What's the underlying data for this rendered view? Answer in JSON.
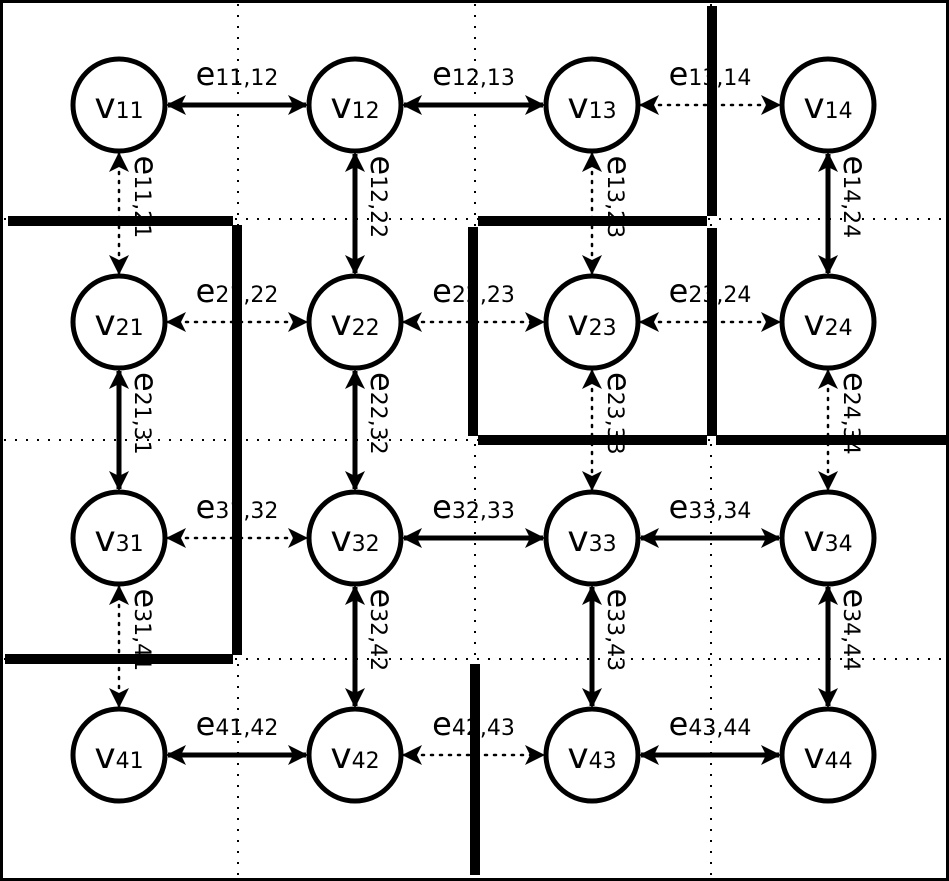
{
  "colors": {
    "ink": "#000000",
    "paper": "#ffffff"
  },
  "nodes": [
    {
      "id": "v11",
      "base": "v",
      "sub": "11"
    },
    {
      "id": "v12",
      "base": "v",
      "sub": "12"
    },
    {
      "id": "v13",
      "base": "v",
      "sub": "13"
    },
    {
      "id": "v14",
      "base": "v",
      "sub": "14"
    },
    {
      "id": "v21",
      "base": "v",
      "sub": "21"
    },
    {
      "id": "v22",
      "base": "v",
      "sub": "22"
    },
    {
      "id": "v23",
      "base": "v",
      "sub": "23"
    },
    {
      "id": "v24",
      "base": "v",
      "sub": "24"
    },
    {
      "id": "v31",
      "base": "v",
      "sub": "31"
    },
    {
      "id": "v32",
      "base": "v",
      "sub": "32"
    },
    {
      "id": "v33",
      "base": "v",
      "sub": "33"
    },
    {
      "id": "v34",
      "base": "v",
      "sub": "34"
    },
    {
      "id": "v41",
      "base": "v",
      "sub": "41"
    },
    {
      "id": "v42",
      "base": "v",
      "sub": "42"
    },
    {
      "id": "v43",
      "base": "v",
      "sub": "43"
    },
    {
      "id": "v44",
      "base": "v",
      "sub": "44"
    }
  ],
  "edges": [
    {
      "from": "v11",
      "to": "v12",
      "base": "e",
      "sub": "11,12",
      "style": "solid"
    },
    {
      "from": "v12",
      "to": "v13",
      "base": "e",
      "sub": "12,13",
      "style": "solid"
    },
    {
      "from": "v13",
      "to": "v14",
      "base": "e",
      "sub": "13,14",
      "style": "dotted"
    },
    {
      "from": "v21",
      "to": "v22",
      "base": "e",
      "sub": "21,22",
      "style": "dotted"
    },
    {
      "from": "v22",
      "to": "v23",
      "base": "e",
      "sub": "22,23",
      "style": "dotted"
    },
    {
      "from": "v23",
      "to": "v24",
      "base": "e",
      "sub": "23,24",
      "style": "dotted"
    },
    {
      "from": "v31",
      "to": "v32",
      "base": "e",
      "sub": "31,32",
      "style": "dotted"
    },
    {
      "from": "v32",
      "to": "v33",
      "base": "e",
      "sub": "32,33",
      "style": "solid"
    },
    {
      "from": "v33",
      "to": "v34",
      "base": "e",
      "sub": "33,34",
      "style": "solid"
    },
    {
      "from": "v41",
      "to": "v42",
      "base": "e",
      "sub": "41,42",
      "style": "solid"
    },
    {
      "from": "v42",
      "to": "v43",
      "base": "e",
      "sub": "42,43",
      "style": "dotted"
    },
    {
      "from": "v43",
      "to": "v44",
      "base": "e",
      "sub": "43,44",
      "style": "solid"
    },
    {
      "from": "v11",
      "to": "v21",
      "base": "e",
      "sub": "11,21",
      "style": "dotted"
    },
    {
      "from": "v12",
      "to": "v22",
      "base": "e",
      "sub": "12,22",
      "style": "solid"
    },
    {
      "from": "v13",
      "to": "v23",
      "base": "e",
      "sub": "13,23",
      "style": "dotted"
    },
    {
      "from": "v14",
      "to": "v24",
      "base": "e",
      "sub": "14,24",
      "style": "solid"
    },
    {
      "from": "v21",
      "to": "v31",
      "base": "e",
      "sub": "21,31",
      "style": "solid"
    },
    {
      "from": "v22",
      "to": "v32",
      "base": "e",
      "sub": "22,32",
      "style": "solid"
    },
    {
      "from": "v23",
      "to": "v33",
      "base": "e",
      "sub": "23,33",
      "style": "dotted"
    },
    {
      "from": "v24",
      "to": "v34",
      "base": "e",
      "sub": "24,34",
      "style": "dotted"
    },
    {
      "from": "v31",
      "to": "v41",
      "base": "e",
      "sub": "31,41",
      "style": "dotted"
    },
    {
      "from": "v32",
      "to": "v42",
      "base": "e",
      "sub": "32,42",
      "style": "solid"
    },
    {
      "from": "v33",
      "to": "v43",
      "base": "e",
      "sub": "33,43",
      "style": "solid"
    },
    {
      "from": "v34",
      "to": "v44",
      "base": "e",
      "sub": "34,44",
      "style": "solid"
    }
  ]
}
